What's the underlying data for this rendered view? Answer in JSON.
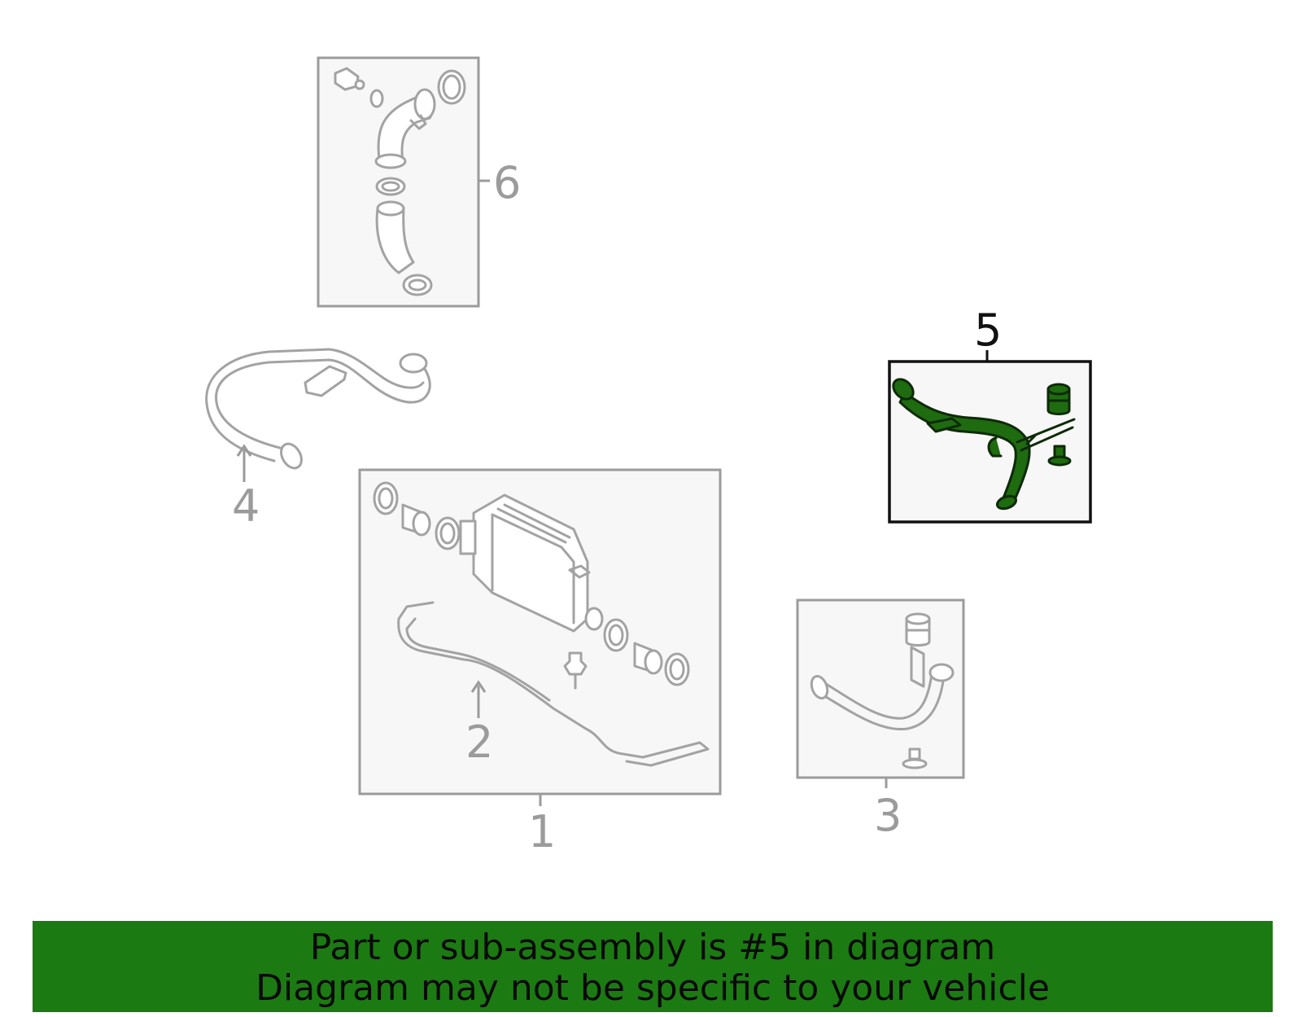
{
  "callouts": {
    "part_1": "1",
    "part_2": "2",
    "part_3": "3",
    "part_4": "4",
    "part_5": "5",
    "part_6": "6"
  },
  "highlight": {
    "part_number": "5",
    "color": "#1f6b10"
  },
  "banner": {
    "line1": "Part or sub-assembly is #5 in diagram",
    "line2": "Diagram may not be specific to your vehicle",
    "background": "#1c7a13"
  }
}
